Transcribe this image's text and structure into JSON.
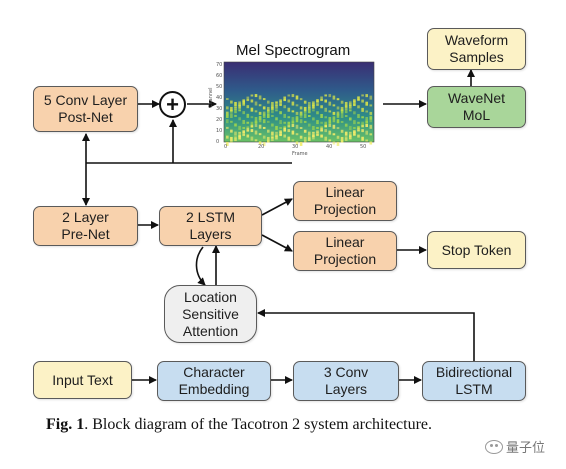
{
  "diagram": {
    "nodes": {
      "conv5_postnet": "5 Conv Layer\nPost-Net",
      "waveform_samples": "Waveform\nSamples",
      "wavenet_mol": "WaveNet\nMoL",
      "prenet": "2 Layer\nPre-Net",
      "lstm2": "2 LSTM\nLayers",
      "linear_proj_1": "Linear\nProjection",
      "linear_proj_2": "Linear\nProjection",
      "stop_token": "Stop Token",
      "attention": "Location\nSensitive\nAttention",
      "input_text": "Input Text",
      "char_embedding": "Character\nEmbedding",
      "conv3": "3 Conv\nLayers",
      "bilstm": "Bidirectional\nLSTM"
    },
    "sum_symbol": "+",
    "spectrogram": {
      "title": "Mel Spectrogram",
      "y_label": "Channel",
      "x_label": "Frame",
      "y_ticks": [
        "70",
        "60",
        "50",
        "40",
        "30",
        "20",
        "10",
        "0"
      ],
      "x_ticks": [
        "0",
        "20",
        "30",
        "40",
        "50"
      ]
    }
  },
  "caption": {
    "prefix": "Fig. 1",
    "text": ". Block diagram of the Tacotron 2 system architecture."
  },
  "watermark": {
    "text": "量子位"
  },
  "colors": {
    "orange": "#f8d2ad",
    "blue": "#c7ddf0",
    "green": "#a9d69a",
    "yellow": "#fcf2c6",
    "gray": "#efefef"
  }
}
